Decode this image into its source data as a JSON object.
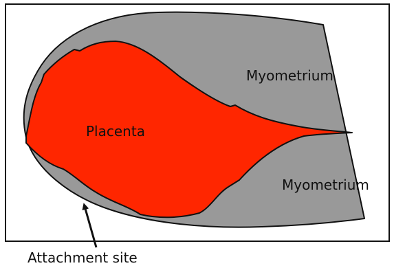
{
  "labels": {
    "placenta": "Placenta",
    "myometrium_top": "Myometrium",
    "myometrium_bottom": "Myometrium",
    "attachment_site": "Attachment site"
  },
  "colors": {
    "placenta_fill": "#ff2600",
    "myometrium_fill": "#999999",
    "outline": "#111111",
    "frame": "#111111",
    "background": "#ffffff",
    "text": "#111111"
  }
}
